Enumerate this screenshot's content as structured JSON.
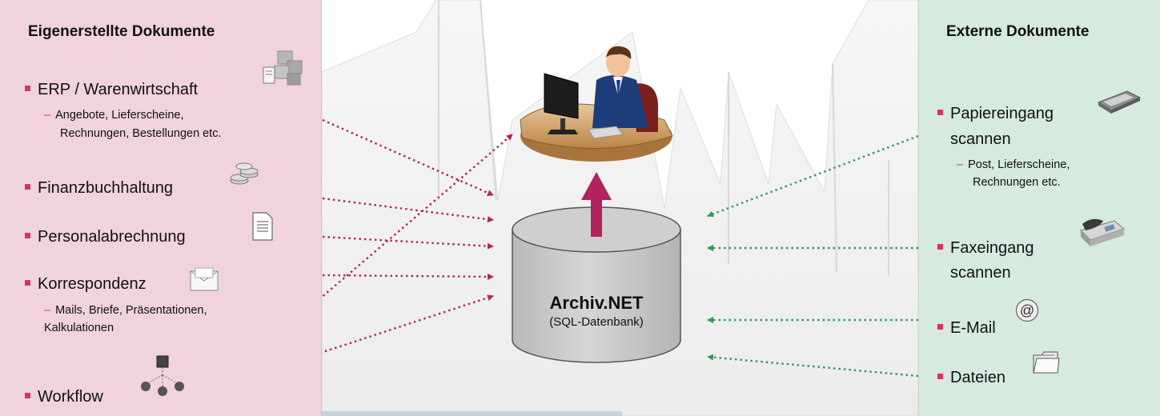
{
  "left": {
    "title": "Eigenerstellte Dokumente",
    "items": [
      {
        "label": "ERP / Warenwirtschaft",
        "icon": "erp-boxes-icon",
        "sub": [
          "Angebote, Lieferscheine,",
          "Rechnungen, Bestellungen etc."
        ]
      },
      {
        "label": "Finanzbuchhaltung",
        "icon": "coins-icon",
        "sub": []
      },
      {
        "label": "Personalabrechnung",
        "icon": "document-icon",
        "sub": []
      },
      {
        "label": "Korrespondenz",
        "icon": "envelope-icon",
        "sub": [
          "Mails, Briefe, Präsentationen,",
          "Kalkulationen"
        ]
      },
      {
        "label": "Workflow",
        "icon": "workflow-icon",
        "sub": []
      }
    ]
  },
  "right": {
    "title": "Externe Dokumente",
    "items": [
      {
        "label": [
          "Papiereingang",
          "scannen"
        ],
        "icon": "scanner-icon",
        "sub": [
          "Post, Lieferscheine,",
          "Rechnungen etc."
        ]
      },
      {
        "label": [
          "Faxeingang",
          "scannen"
        ],
        "icon": "fax-icon",
        "sub": []
      },
      {
        "label": "E-Mail",
        "icon": "at-sign-icon",
        "sub": []
      },
      {
        "label": "Dateien",
        "icon": "folder-icon",
        "sub": []
      }
    ]
  },
  "center": {
    "database_name": "Archiv.NET",
    "database_sub": "(SQL-Datenbank)",
    "user_icon": "user-at-desk-icon"
  },
  "colors": {
    "left_panel": "#f0d3df",
    "right_panel": "#d6eadf",
    "bullet": "#d9336b",
    "left_arrows": "#b8225c",
    "right_arrows": "#2e9a55",
    "up_arrow": "#b0235f",
    "database": "#c9c9c9"
  }
}
